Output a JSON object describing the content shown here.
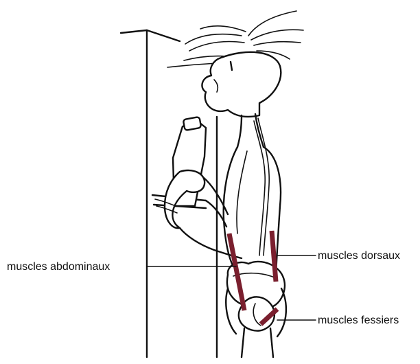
{
  "labels": {
    "abdominal": "muscles abdominaux",
    "dorsal": "muscles dorsaux",
    "gluteal": "muscles fessiers"
  },
  "colors": {
    "ink": "#111111",
    "muscle": "#7a1f2e",
    "background": "#ffffff"
  }
}
